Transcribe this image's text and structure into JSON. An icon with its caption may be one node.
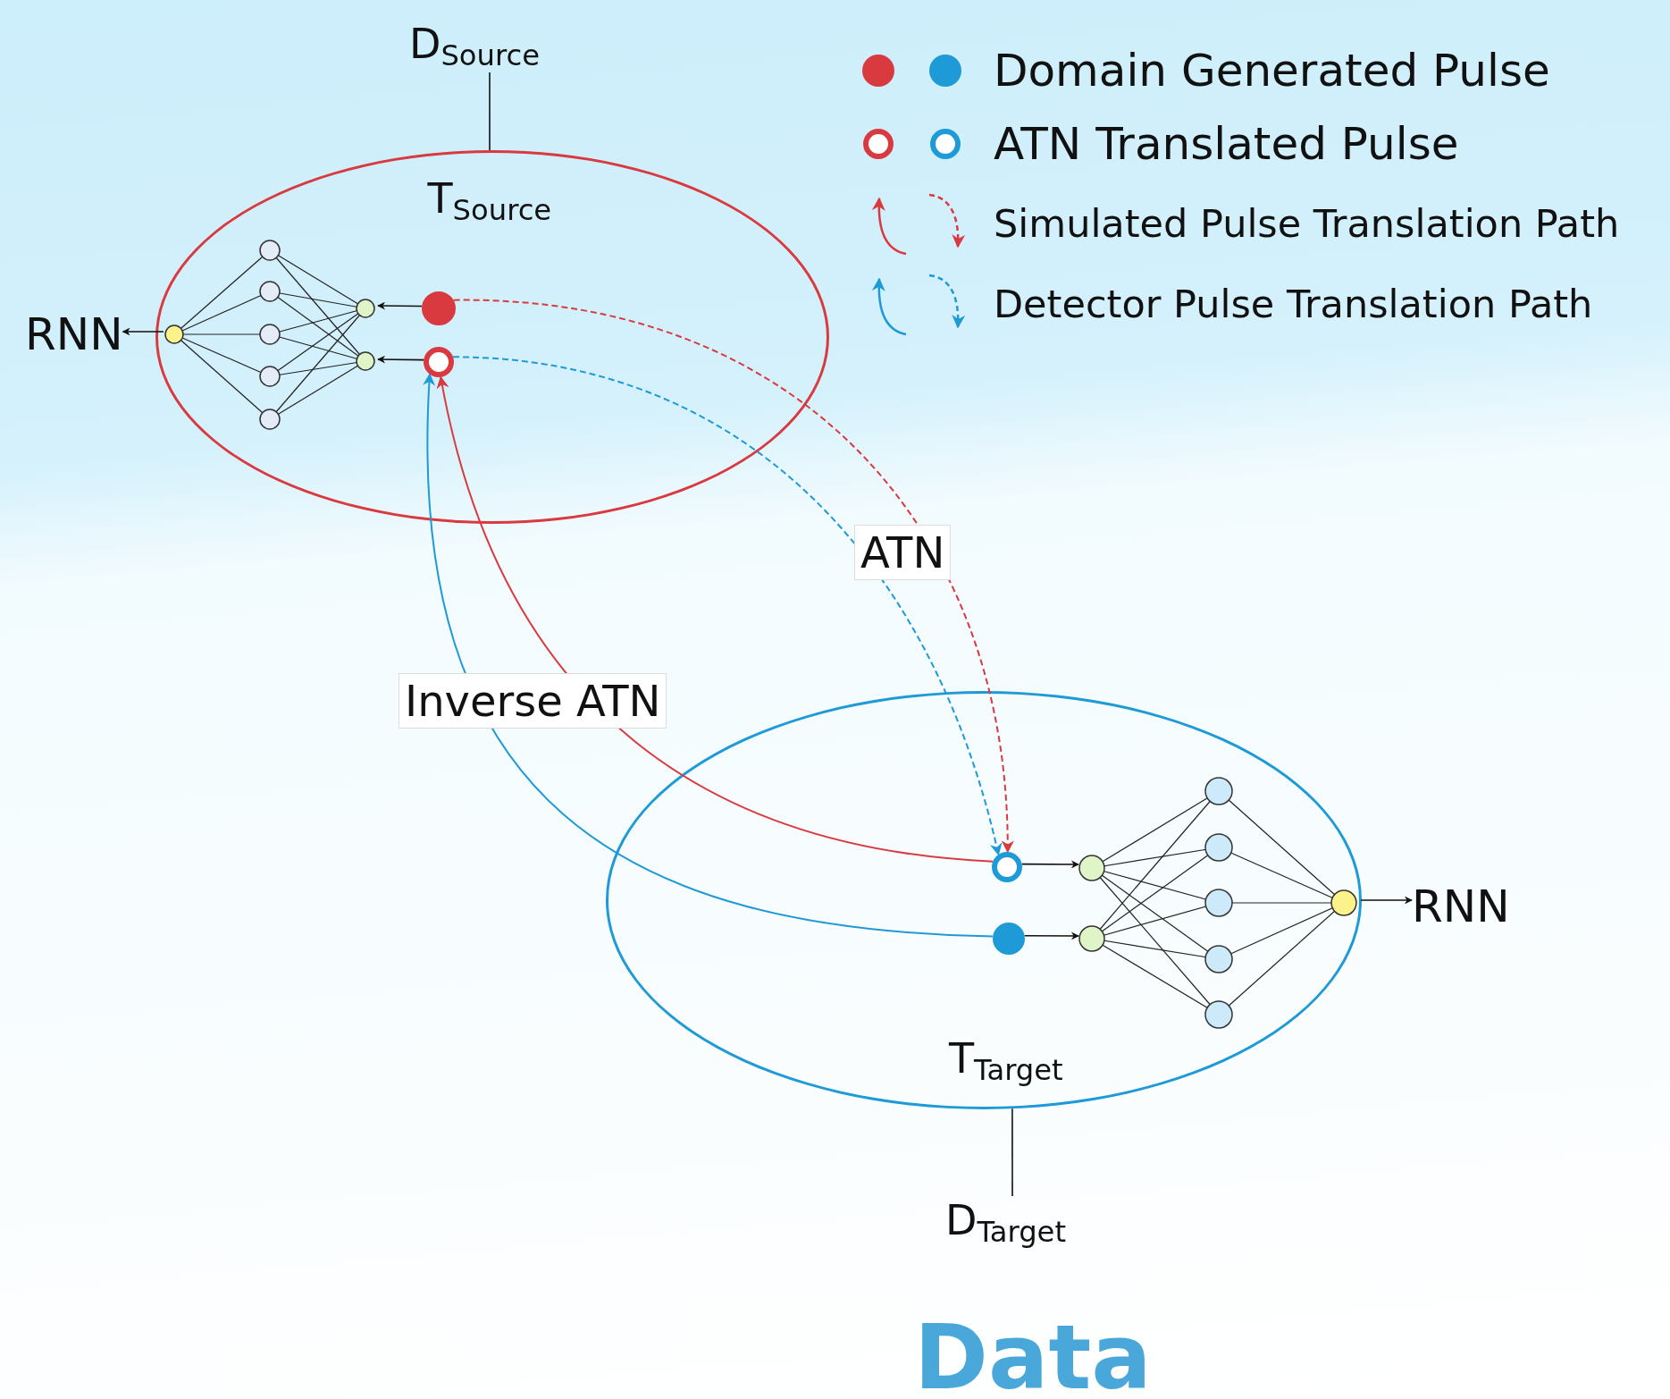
{
  "diagram": {
    "nodes": [
      {
        "text": [
          "T$_{Source}$"
        ]
      },
      {
        "text": [],
        "shape": "circle",
        "in": 0
      },
      {
        "text": [],
        "shape": "circle",
        "in": 0
      },
      {
        "text": [],
        "shape": "picture",
        "in": 0
      },
      {
        "text": [
          "RNN"
        ]
      },
      {
        "text": [
          "D$_{Source}$"
        ]
      },
      {
        "text": [
          "T$_{Target}$"
        ]
      },
      {
        "text": [],
        "shape": "circle",
        "in": 6
      },
      {
        "text": [],
        "shape": "circle",
        "in": 6
      },
      {
        "text": [],
        "shape": "picture",
        "in": 6
      },
      {
        "text": [
          "RNN"
        ]
      },
      {
        "text": [
          "D$_{Target}$"
        ]
      }
    ],
    "edges": [
      {
        "from": 1,
        "to": 3,
        "arrow": "to"
      },
      {
        "from": 2,
        "to": 3,
        "arrow": "to"
      },
      {
        "from": 3,
        "to": 4,
        "arrow": "to"
      },
      {
        "from": 5,
        "to": 0,
        "arrow": "none"
      },
      {
        "from": 1,
        "to": 7,
        "arrow": "to",
        "style": "dashed",
        "color": "#d93a3f"
      },
      {
        "from": 2,
        "to": 7,
        "arrow": "to",
        "style": "dashed",
        "color": "#1e9ad6",
        "label": "ATN"
      },
      {
        "from": 7,
        "to": 2,
        "arrow": "to",
        "color": "#d93a3f",
        "label": "Inverse ATN"
      },
      {
        "from": 8,
        "to": 2,
        "arrow": "to",
        "color": "#1e9ad6"
      },
      {
        "from": 7,
        "to": 9,
        "arrow": "to"
      },
      {
        "from": 8,
        "to": 9,
        "arrow": "to"
      },
      {
        "from": 9,
        "to": 10,
        "arrow": "to"
      },
      {
        "from": 11,
        "to": 6,
        "arrow": "none"
      }
    ],
    "labels": [
      "Data"
    ],
    "legend": [
      {
        "text": "Domain Generated Pulse"
      },
      {
        "text": "ATN Translated Pulse"
      },
      {
        "text": "Simulated Pulse Translation Path"
      },
      {
        "text": "Detector Pulse Translation Path"
      }
    ]
  }
}
